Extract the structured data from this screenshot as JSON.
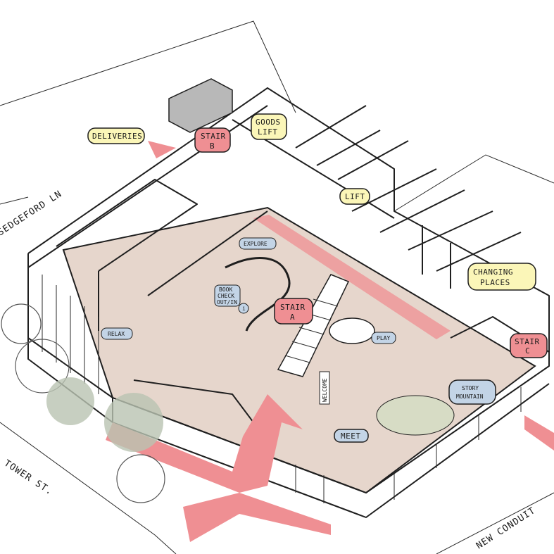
{
  "labels": {
    "deliveries": "DELIVERIES",
    "stair_b_1": "STAIR",
    "stair_b_2": "B",
    "goods_lift_1": "GOODS",
    "goods_lift_2": "LIFT",
    "lift": "LIFT",
    "explore": "EXPLORE",
    "book_1": "BOOK",
    "book_2": "CHECK",
    "book_3": "OUT/IN",
    "info": "i",
    "stair_a_1": "STAIR",
    "stair_a_2": "A",
    "relax": "RELAX",
    "play": "PLAY",
    "changing_1": "CHANGING",
    "changing_2": "PLACES",
    "stair_c_1": "STAIR",
    "stair_c_2": "C",
    "story_1": "STORY",
    "story_2": "MOUNTAIN",
    "meet": "MEET",
    "welcome": "WELCOME"
  },
  "streets": {
    "sedgeford": "SEDGEFORD LN",
    "tower": "TOWER ST.",
    "new_conduit": "NEW CONDUIT"
  },
  "colors": {
    "floor": "#e6d6cc",
    "pink": "#ef8f93",
    "yellow": "#fbf6b8",
    "blue": "#c3d4e6",
    "tree": "#b9c3b1",
    "ink": "#1f1f1f"
  }
}
